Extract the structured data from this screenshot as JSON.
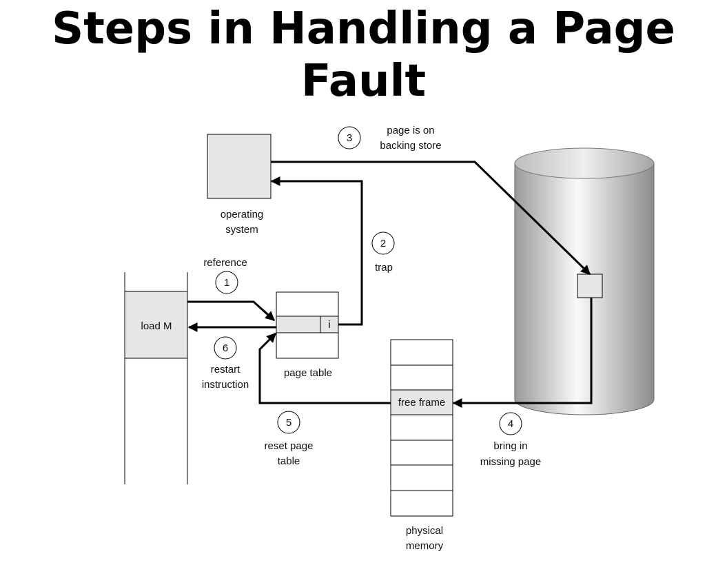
{
  "title": {
    "line1": "Steps in Handling a Page",
    "line2": "Fault"
  },
  "steps": [
    {
      "number": "1",
      "label": "reference"
    },
    {
      "number": "2",
      "label": "trap"
    },
    {
      "number": "3",
      "label_line1": "page is on",
      "label_line2": "backing store"
    },
    {
      "number": "4",
      "label_line1": "bring in",
      "label_line2": "missing page"
    },
    {
      "number": "5",
      "label_line1": "reset page",
      "label_line2": "table"
    },
    {
      "number": "6",
      "label_line1": "restart",
      "label_line2": "instruction"
    }
  ],
  "operating_system": {
    "label_line1": "operating",
    "label_line2": "system"
  },
  "process": {
    "instruction": "load M"
  },
  "page_table": {
    "label": "page table",
    "invalid_bit": "i"
  },
  "physical_memory": {
    "free_frame": "free frame",
    "label_line1": "physical",
    "label_line2": "memory"
  },
  "colors": {
    "box_fill": "#e6e6e6",
    "stroke": "#000000",
    "disk_light": "#fafafa",
    "disk_dark": "#8c8c8c"
  }
}
